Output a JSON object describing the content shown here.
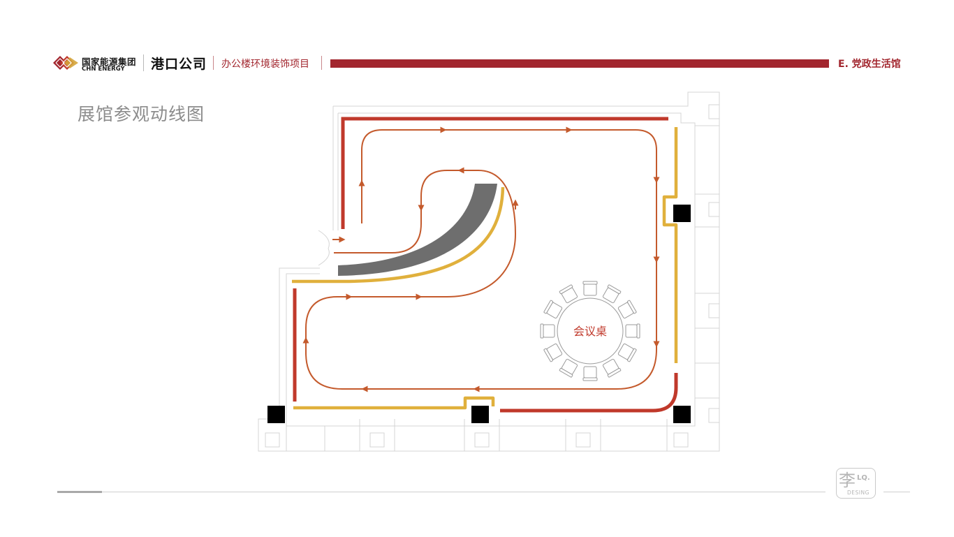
{
  "header": {
    "brand_cn": "国家能源集团",
    "brand_en": "CHN ENERGY",
    "company": "港口公司",
    "project": "办公楼环境装饰项目",
    "section": "E. 党政生活馆"
  },
  "page": {
    "title": "展馆参观动线图"
  },
  "plan": {
    "table_label": "会议桌",
    "chair_count": 12
  },
  "footer": {
    "stamp_char": "李",
    "stamp_lq": "LQ.",
    "stamp_desing": "DESING"
  },
  "colors": {
    "brand_red": "#a2262e",
    "route_orange": "#c45a2c",
    "wall_red": "#c0392b",
    "wall_yellow": "#e0b03c",
    "display_gray": "#6e6e6e",
    "column_black": "#000000",
    "outline_gray": "#d0d0d0"
  }
}
